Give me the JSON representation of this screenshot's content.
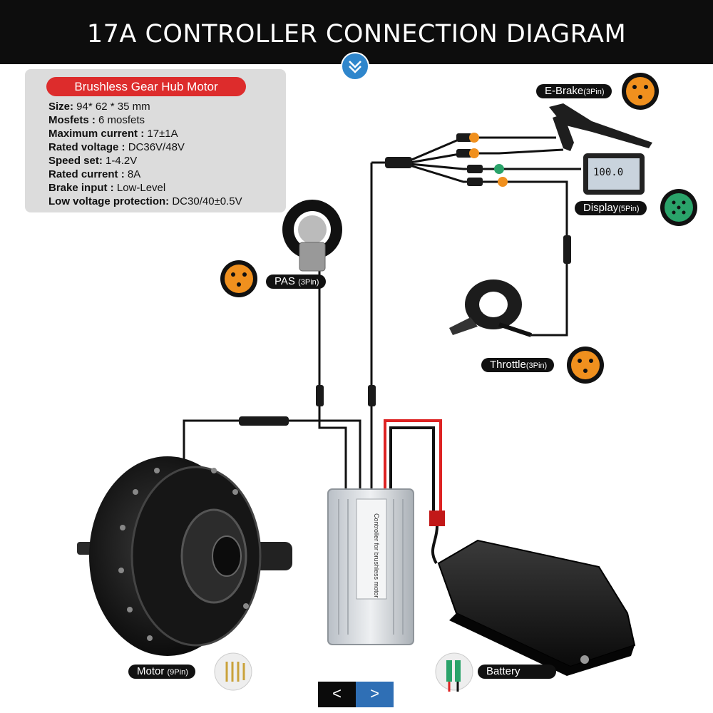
{
  "title": "17A CONTROLLER CONNECTION DIAGRAM",
  "specs": {
    "badge": "Brushless Gear Hub Motor",
    "rows": [
      {
        "key": "Size:",
        "value": " 94* 62 * 35 mm"
      },
      {
        "key": "Mosfets :",
        "value": " 6 mosfets"
      },
      {
        "key": "Maximum current :",
        "value": " 17±1A"
      },
      {
        "key": "Rated voltage :",
        "value": " DC36V/48V"
      },
      {
        "key": "Speed set:",
        "value": " 1-4.2V"
      },
      {
        "key": "Rated current :",
        "value": " 8A"
      },
      {
        "key": "Brake input :",
        "value": " Low-Level"
      },
      {
        "key": "Low voltage protection:",
        "value": " DC30/40±0.5V"
      }
    ]
  },
  "labels": {
    "ebrake": {
      "name": "E-Brake",
      "pins": "(3Pin)"
    },
    "display": {
      "name": "Display",
      "pins": "(5Pin)"
    },
    "pas": {
      "name": "PAS ",
      "pins": "(3Pin)"
    },
    "throttle": {
      "name": "Throttle",
      "pins": "(3Pin)"
    },
    "motor": {
      "name": "Motor ",
      "pins": "(9Pin)"
    },
    "battery": {
      "name": "Battery",
      "pins": ""
    }
  },
  "controller_label": "Controller for brushless motor",
  "display_readout": "100.0",
  "nav": {
    "prev": "<",
    "next": ">"
  },
  "icons": {
    "chevron": "double-chevron-down-icon",
    "connector": "connector-face-icon"
  },
  "colors": {
    "title_bar": "#0d0d0d",
    "accent_red": "#dd2c2c",
    "connector_orange": "#f0901e",
    "connector_green": "#2aa36a",
    "nav_blue": "#2f6fb5"
  }
}
